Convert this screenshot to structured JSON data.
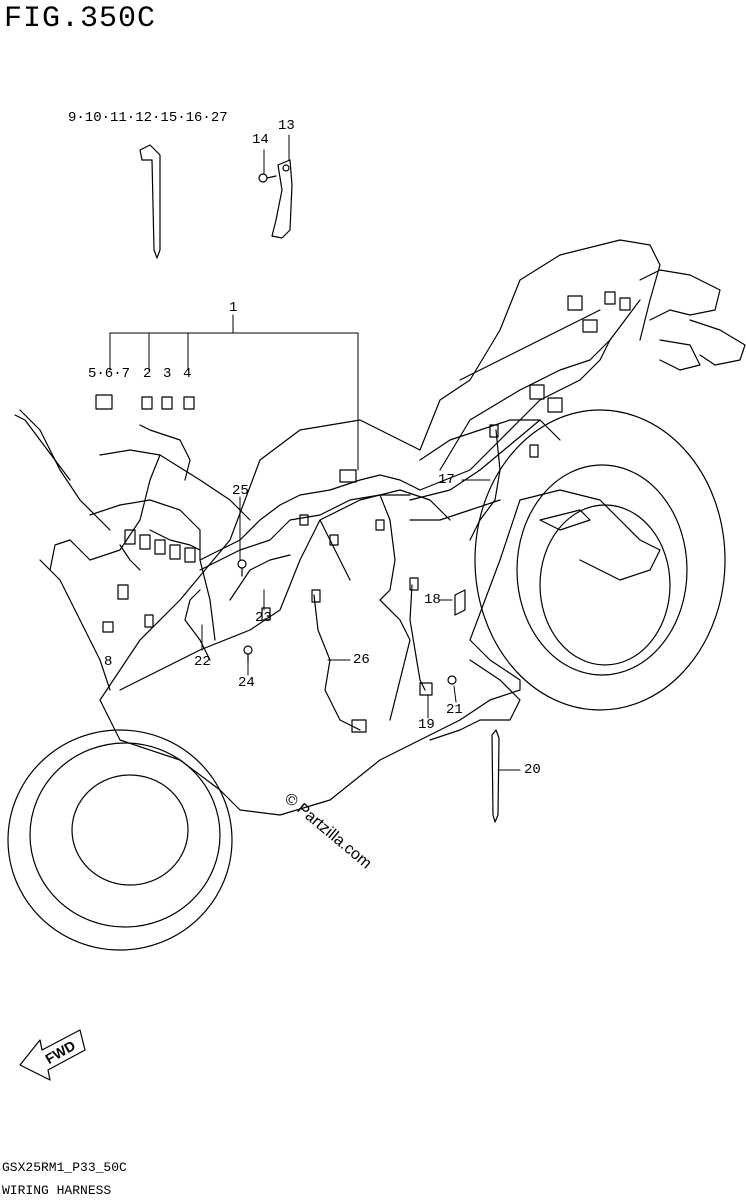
{
  "figure": {
    "title": "FIG.350C",
    "code": "GSX25RM1_P33_50C",
    "name": "WIRING HARNESS",
    "fwd_label": "FWD",
    "watermark": "© Partzilla.com"
  },
  "callouts": [
    {
      "id": "c-9-27",
      "label": "9·10·11·12·15·16·27"
    },
    {
      "id": "c-14",
      "label": "14"
    },
    {
      "id": "c-13",
      "label": "13"
    },
    {
      "id": "c-1",
      "label": "1"
    },
    {
      "id": "c-5-7",
      "label": "5·6·7"
    },
    {
      "id": "c-2",
      "label": "2"
    },
    {
      "id": "c-3",
      "label": "3"
    },
    {
      "id": "c-4",
      "label": "4"
    },
    {
      "id": "c-25",
      "label": "25"
    },
    {
      "id": "c-17",
      "label": "17"
    },
    {
      "id": "c-18",
      "label": "18"
    },
    {
      "id": "c-23",
      "label": "23"
    },
    {
      "id": "c-8",
      "label": "8"
    },
    {
      "id": "c-22",
      "label": "22"
    },
    {
      "id": "c-26",
      "label": "26"
    },
    {
      "id": "c-24",
      "label": "24"
    },
    {
      "id": "c-19",
      "label": "19"
    },
    {
      "id": "c-21",
      "label": "21"
    },
    {
      "id": "c-20",
      "label": "20"
    }
  ]
}
